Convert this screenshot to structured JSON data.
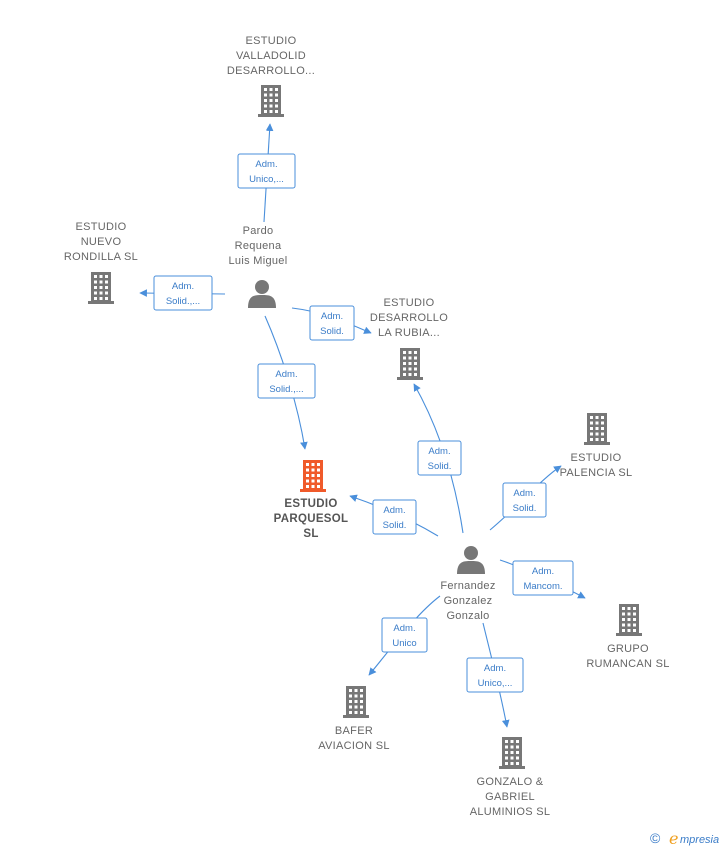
{
  "graph": {
    "colors": {
      "accent": "#4a8fdb",
      "company": "#777777",
      "highlight": "#f05a2a",
      "text": "#666666"
    },
    "nodes": {
      "valladolid": {
        "type": "company",
        "lines": [
          "ESTUDIO",
          "VALLADOLID",
          "DESARROLLO..."
        ]
      },
      "nuevo_rondilla": {
        "type": "company",
        "lines": [
          "ESTUDIO",
          "NUEVO",
          "RONDILLA  SL"
        ]
      },
      "pardo": {
        "type": "person",
        "lines": [
          "Pardo",
          "Requena",
          "Luis Miguel"
        ]
      },
      "la_rubia": {
        "type": "company",
        "lines": [
          "ESTUDIO",
          "DESARROLLO",
          "LA RUBIA..."
        ]
      },
      "palencia": {
        "type": "company",
        "lines": [
          "ESTUDIO",
          "PALENCIA  SL"
        ]
      },
      "parquesol": {
        "type": "company",
        "highlight": true,
        "lines": [
          "ESTUDIO",
          "PARQUESOL",
          "SL"
        ]
      },
      "fernandez": {
        "type": "person",
        "lines": [
          "Fernandez",
          "Gonzalez",
          "Gonzalo"
        ]
      },
      "rumancan": {
        "type": "company",
        "lines": [
          "GRUPO",
          "RUMANCAN  SL"
        ]
      },
      "bafer": {
        "type": "company",
        "lines": [
          "BAFER",
          "AVIACION SL"
        ]
      },
      "gonzalo_gabriel": {
        "type": "company",
        "lines": [
          "GONZALO &",
          "GABRIEL",
          "ALUMINIOS SL"
        ]
      }
    },
    "edges": [
      {
        "from": "pardo",
        "to": "valladolid",
        "lines": [
          "Adm.",
          "Unico,..."
        ]
      },
      {
        "from": "pardo",
        "to": "nuevo_rondilla",
        "lines": [
          "Adm.",
          "Solid.,..."
        ]
      },
      {
        "from": "pardo",
        "to": "la_rubia",
        "lines": [
          "Adm.",
          "Solid."
        ]
      },
      {
        "from": "pardo",
        "to": "parquesol",
        "lines": [
          "Adm.",
          "Solid.,..."
        ]
      },
      {
        "from": "fernandez",
        "to": "la_rubia",
        "lines": [
          "Adm.",
          "Solid."
        ]
      },
      {
        "from": "fernandez",
        "to": "palencia",
        "lines": [
          "Adm.",
          "Solid."
        ]
      },
      {
        "from": "fernandez",
        "to": "parquesol",
        "lines": [
          "Adm.",
          "Solid."
        ]
      },
      {
        "from": "fernandez",
        "to": "rumancan",
        "lines": [
          "Adm.",
          "Mancom."
        ]
      },
      {
        "from": "fernandez",
        "to": "bafer",
        "lines": [
          "Adm.",
          "Unico"
        ]
      },
      {
        "from": "fernandez",
        "to": "gonzalo_gabriel",
        "lines": [
          "Adm.",
          "Unico,..."
        ]
      }
    ]
  },
  "watermark": {
    "copyright": "©",
    "brand_initial": "e",
    "brand_rest": "mpresia"
  }
}
